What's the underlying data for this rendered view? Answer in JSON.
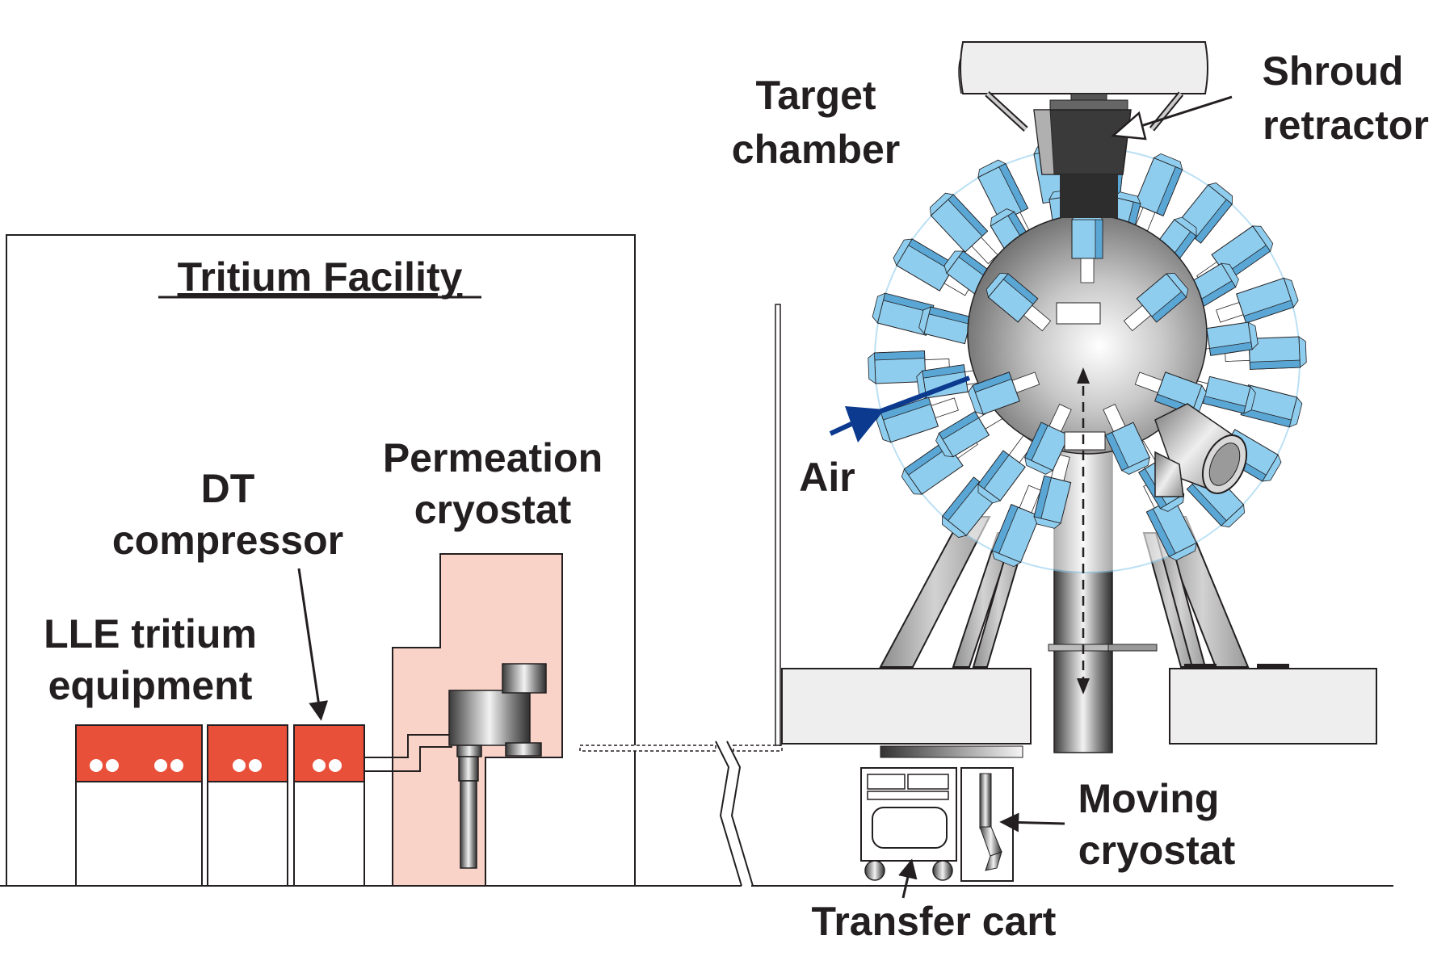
{
  "labels": {
    "tritium_facility": "Tritium Facility",
    "lle_line1": "LLE tritium",
    "lle_line2": "equipment",
    "dt_line1": "DT",
    "dt_line2": "compressor",
    "perm_line1": "Permeation",
    "perm_line2": "cryostat",
    "target_line1": "Target",
    "target_line2": "chamber",
    "shroud_line1": "Shroud",
    "shroud_line2": "retractor",
    "air": "Air",
    "moving_line1": "Moving",
    "moving_line2": "cryostat",
    "transfer_cart": "Transfer cart"
  },
  "colors": {
    "equipment_red": "#e8503a",
    "cryostat_pink": "#f9d3c7",
    "port_blue": "#8fcdee",
    "port_blue_dark": "#5aa7d6",
    "air_arrow": "#0b3a8f",
    "ink": "#231f20",
    "slab_gray": "#eeeeee"
  }
}
